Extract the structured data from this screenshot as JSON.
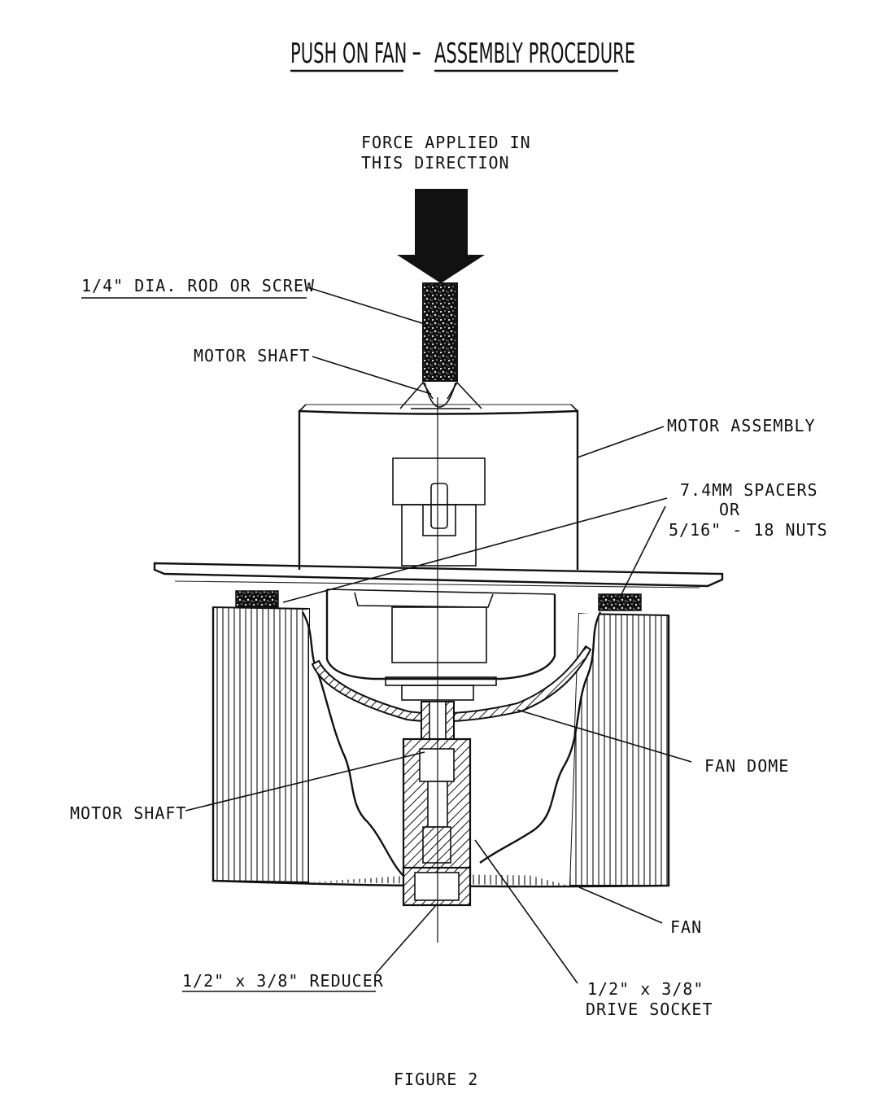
{
  "title": {
    "part1": "PUSH ON FAN",
    "dash": "-",
    "part2": "ASSEMBLY PROCEDURE"
  },
  "labels": {
    "force_line1": "FORCE APPLIED IN",
    "force_line2": "THIS DIRECTION",
    "rod": "1/4\" DIA. ROD OR SCREW",
    "motor_shaft_top": "MOTOR SHAFT",
    "motor_assembly": "MOTOR ASSEMBLY",
    "spacers_line1": "7.4MM SPACERS",
    "spacers_line2": "OR",
    "spacers_line3": "5/16\" - 18 NUTS",
    "fan_dome": "FAN DOME",
    "motor_shaft_bottom": "MOTOR SHAFT",
    "fan": "FAN",
    "reducer": "1/2\" x 3/8\" REDUCER",
    "socket_line1": "1/2\" x 3/8\"",
    "socket_line2": "DRIVE SOCKET",
    "caption": "FIGURE 2"
  },
  "icons": {
    "arrow": "down-arrow-icon"
  },
  "colors": {
    "ink": "#111111",
    "paper": "#ffffff"
  }
}
